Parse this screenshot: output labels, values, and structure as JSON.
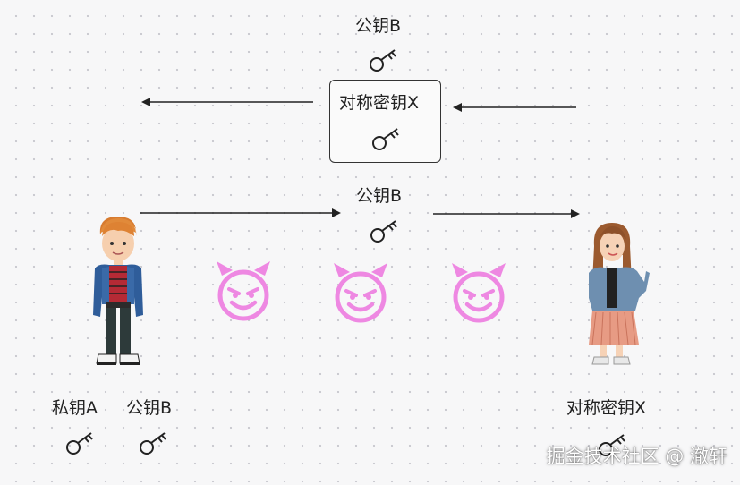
{
  "top_key_label": "公钥B",
  "box_label": "对称密钥X",
  "middle_key_label": "公钥B",
  "left_labels": {
    "private_key": "私钥A",
    "public_key": "公钥B"
  },
  "right_label": "对称密钥X",
  "watermark": "掘金技术社区 @ 澈轩",
  "icons": {
    "key": "key-icon",
    "devil": "devil-face-icon"
  },
  "colors": {
    "devil": "#ee88e2",
    "arrow": "#222222"
  }
}
